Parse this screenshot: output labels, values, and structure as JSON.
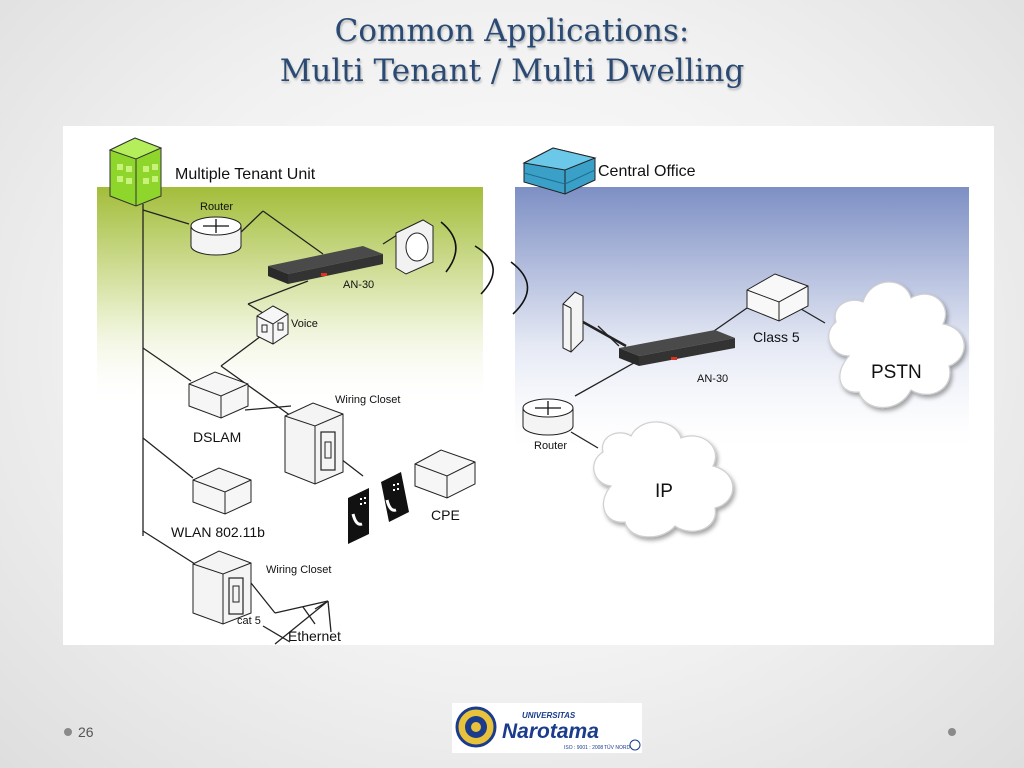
{
  "slide": {
    "title_line1": "Common Applications:",
    "title_line2": "Multi Tenant / Multi Dwelling",
    "page_number": "26"
  },
  "diagram": {
    "mtu_label": "Multiple Tenant Unit",
    "central_office_label": "Central Office",
    "mtu_router_label": "Router",
    "mtu_an30_label": "AN-30",
    "voice_label": "Voice",
    "dslam_label": "DSLAM",
    "wiring_closet_label_1": "Wiring Closet",
    "wiring_closet_label_2": "Wiring Closet",
    "cpe_label": "CPE",
    "wlan_label": "WLAN 802.11b",
    "cat5_label": "cat 5",
    "ethernet_label": "Ethernet",
    "class5_label": "Class 5",
    "pstn_label": "PSTN",
    "co_an30_label": "AN-30",
    "co_router_label": "Router",
    "ip_label": "IP"
  },
  "logo": {
    "universitas": "UNIVERSITAS",
    "name": "Narotama",
    "iso": "ISO : 9001 : 2008",
    "cert": "TÜV NORD"
  },
  "colors": {
    "title": "#2a4a74",
    "mtu_zone": "#a3bd3a",
    "co_zone": "#7d8fc4",
    "building": "#8fd62c",
    "central_office": "#3aa0c8"
  }
}
